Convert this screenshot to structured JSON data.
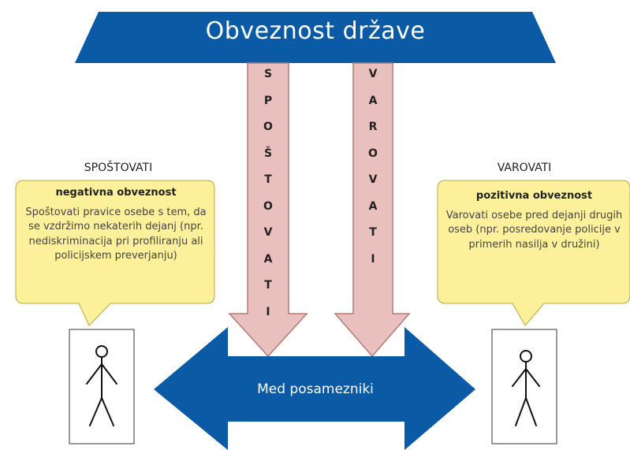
{
  "banner": {
    "title": "Obveznost države"
  },
  "arrows": {
    "left_letters": [
      "S",
      "P",
      "O",
      "Š",
      "T",
      "O",
      "V",
      "A",
      "T",
      "I"
    ],
    "right_letters": [
      "V",
      "A",
      "R",
      "O",
      "V",
      "A",
      "T",
      "I"
    ]
  },
  "left": {
    "heading": "SPOŠTOVATI",
    "bubble_title": "negativna obveznost",
    "bubble_text": "Spoštovati pravice osebe s tem, da se vzdržimo nekaterih dejanj (npr. nediskriminacija pri profiliranju ali policijskem preverjanju)"
  },
  "right": {
    "heading": "VAROVATI",
    "bubble_title": "pozitivna obveznost",
    "bubble_text": "Varovati osebe pred dejanji drugih oseb (npr. posredovanje policije v primerih nasilja v družini)"
  },
  "center": {
    "label": "Med posamezniki"
  },
  "colors": {
    "blue": "#0a5aa6",
    "pink_fill": "#e9c0bd",
    "pink_stroke": "#b47a76",
    "bubble_fill": "#fdf09a",
    "bubble_stroke": "#b8a846"
  }
}
